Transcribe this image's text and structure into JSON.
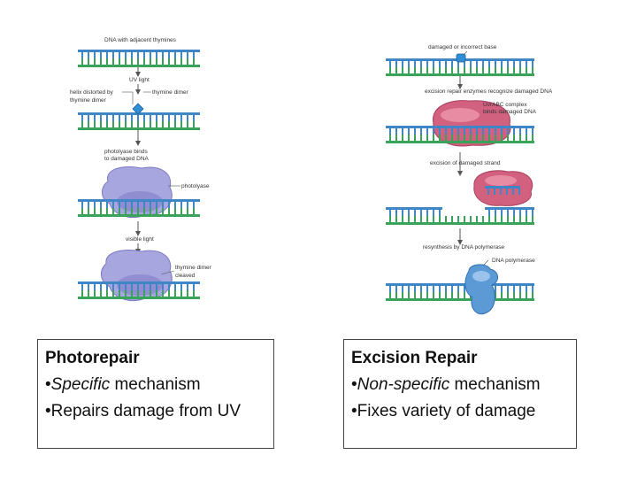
{
  "colors": {
    "strand_blue": "#3f86c6",
    "strand_green": "#3aa35a",
    "rung_blue": "#3f86c6",
    "rung_green": "#3aa35a",
    "photolyase": "#a8a6df",
    "photolyase_dark": "#7d78c4",
    "uvrabc": "#d2607f",
    "uvrabc_light": "#ef9fb2",
    "dna_polymerase": "#5c9ad6",
    "dna_polymerase_dark": "#2f6fb3",
    "damage_mark": "#2f8fd6"
  },
  "left_panel": {
    "labels": {
      "dna_adjacent": "DNA with adjacent thymines",
      "uv_light": "UV light",
      "helix_distorted_1": "helix distorted by",
      "helix_distorted_2": "thymine dimer",
      "thymine_dimer": "thymine dimer",
      "photolyase_binds_1": "photolyase binds",
      "photolyase_binds_2": "to damaged DNA",
      "photolyase": "photolyase",
      "visible_light": "visible light",
      "dimer_cleaved_1": "thymine dimer",
      "dimer_cleaved_2": "cleaved"
    }
  },
  "right_panel": {
    "labels": {
      "damaged_base": "damaged or incorrect base",
      "excision_enzymes": "excision repair enzymes recognize damaged DNA",
      "uvrabc_1": "UvrABC complex",
      "uvrabc_2": "binds damaged DNA",
      "excision_strand": "excision of damaged strand",
      "resynthesis": "resynthesis by DNA polymerase",
      "dna_polymerase": "DNA polymerase"
    }
  },
  "boxes": {
    "photorepair": {
      "title": "Photorepair",
      "line1_bullet": "•",
      "line1_italic": "Specific",
      "line1_rest": " mechanism",
      "line2": "•Repairs damage from UV"
    },
    "excision": {
      "title": "Excision Repair",
      "line1_bullet": "•",
      "line1_italic": "Non-specific",
      "line1_rest": " mechanism",
      "line2": "•Fixes variety of damage"
    }
  }
}
